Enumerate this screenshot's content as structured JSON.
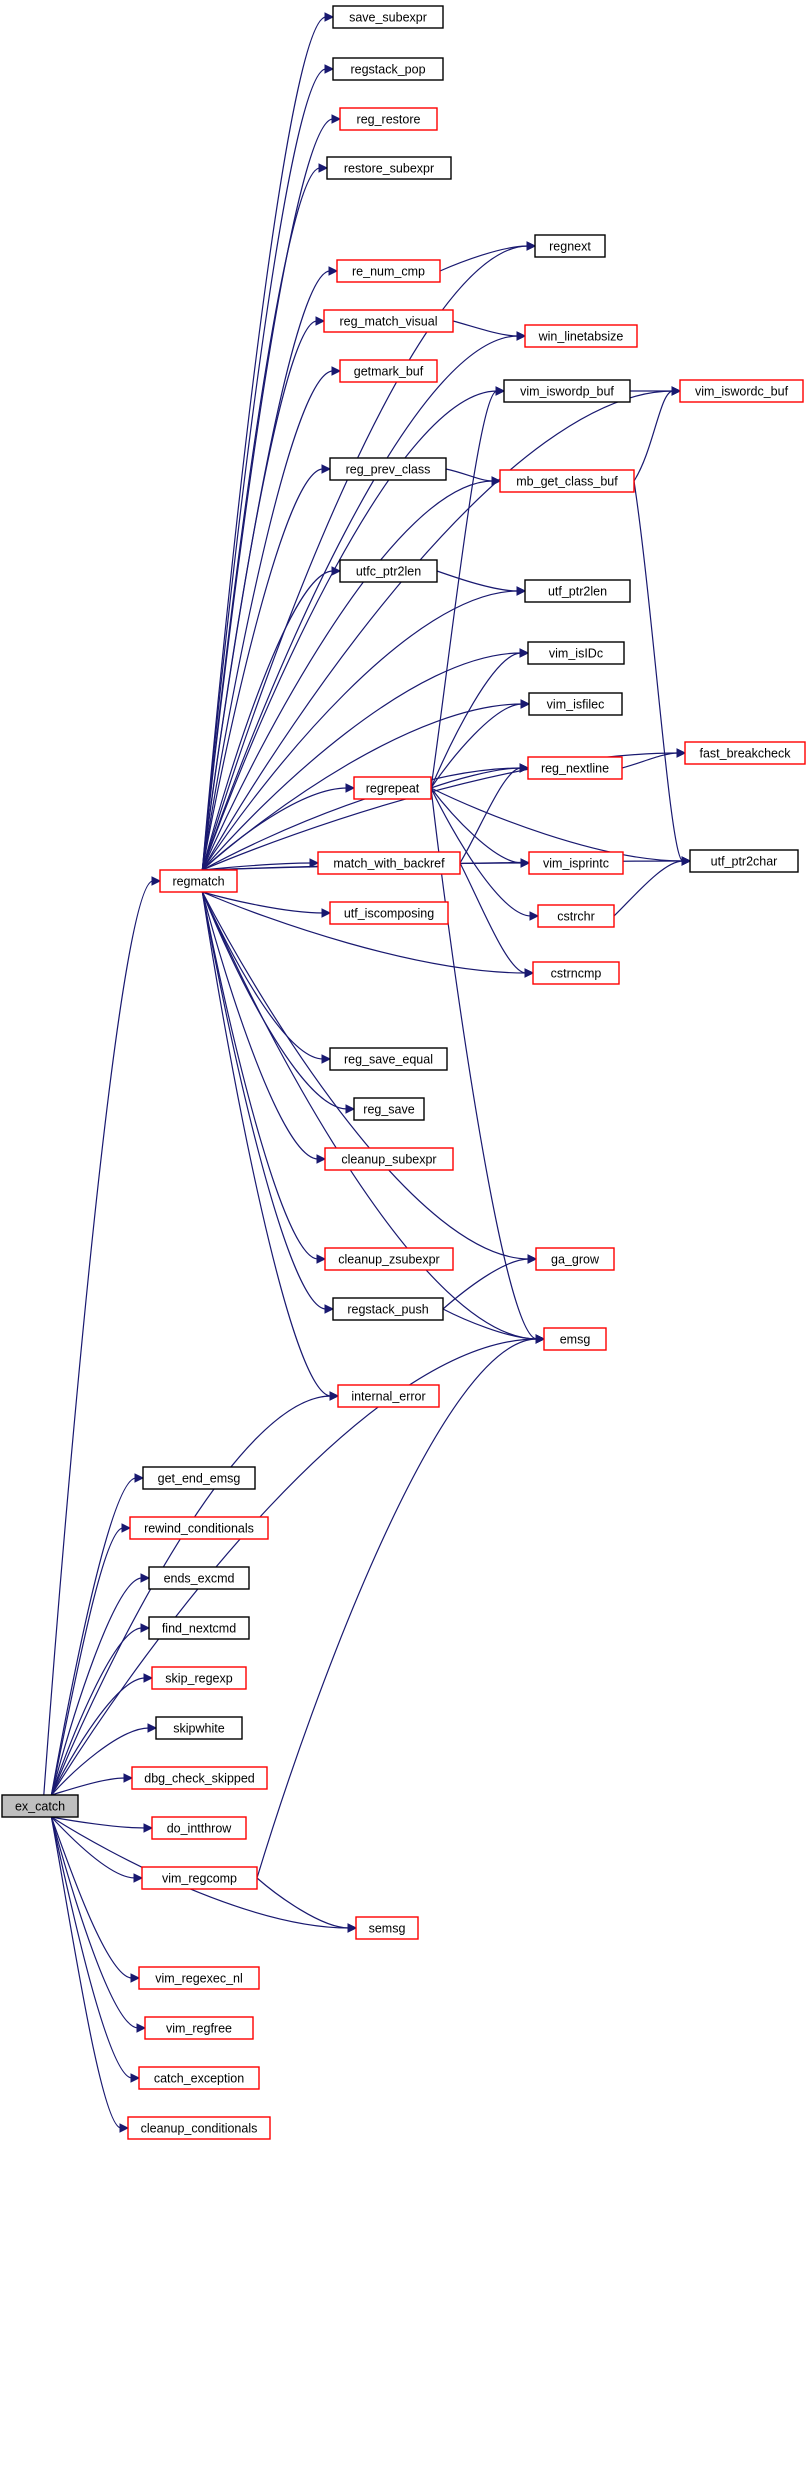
{
  "colors": {
    "edge": "#191970",
    "link_border": "#ff0000",
    "plain_border": "#000000",
    "root_fill": "#bfbfbf"
  },
  "nodes": [
    {
      "id": "ex_catch",
      "label": "ex_catch",
      "kind": "root"
    },
    {
      "id": "regmatch",
      "label": "regmatch",
      "kind": "red"
    },
    {
      "id": "save_subexpr",
      "label": "save_subexpr",
      "kind": "black"
    },
    {
      "id": "regstack_pop",
      "label": "regstack_pop",
      "kind": "black"
    },
    {
      "id": "reg_restore",
      "label": "reg_restore",
      "kind": "red"
    },
    {
      "id": "restore_subexpr",
      "label": "restore_subexpr",
      "kind": "black"
    },
    {
      "id": "regnext",
      "label": "regnext",
      "kind": "black"
    },
    {
      "id": "re_num_cmp",
      "label": "re_num_cmp",
      "kind": "red"
    },
    {
      "id": "reg_match_visual",
      "label": "reg_match_visual",
      "kind": "red"
    },
    {
      "id": "win_linetabsize",
      "label": "win_linetabsize",
      "kind": "red"
    },
    {
      "id": "getmark_buf",
      "label": "getmark_buf",
      "kind": "red"
    },
    {
      "id": "vim_iswordp_buf",
      "label": "vim_iswordp_buf",
      "kind": "black"
    },
    {
      "id": "vim_iswordc_buf",
      "label": "vim_iswordc_buf",
      "kind": "red"
    },
    {
      "id": "reg_prev_class",
      "label": "reg_prev_class",
      "kind": "black"
    },
    {
      "id": "mb_get_class_buf",
      "label": "mb_get_class_buf",
      "kind": "red"
    },
    {
      "id": "fast_breakcheck",
      "label": "fast_breakcheck",
      "kind": "red"
    },
    {
      "id": "utfc_ptr2len",
      "label": "utfc_ptr2len",
      "kind": "black"
    },
    {
      "id": "utf_ptr2len",
      "label": "utf_ptr2len",
      "kind": "black"
    },
    {
      "id": "vim_isIDc",
      "label": "vim_isIDc",
      "kind": "black"
    },
    {
      "id": "vim_isfilec",
      "label": "vim_isfilec",
      "kind": "black"
    },
    {
      "id": "reg_nextline",
      "label": "reg_nextline",
      "kind": "red"
    },
    {
      "id": "regrepeat",
      "label": "regrepeat",
      "kind": "red"
    },
    {
      "id": "utf_ptr2char",
      "label": "utf_ptr2char",
      "kind": "black"
    },
    {
      "id": "match_with_backref",
      "label": "match_with_backref",
      "kind": "red"
    },
    {
      "id": "vim_isprintc",
      "label": "vim_isprintc",
      "kind": "red"
    },
    {
      "id": "utf_iscomposing",
      "label": "utf_iscomposing",
      "kind": "red"
    },
    {
      "id": "cstrchr",
      "label": "cstrchr",
      "kind": "red"
    },
    {
      "id": "cstrncmp",
      "label": "cstrncmp",
      "kind": "red"
    },
    {
      "id": "reg_save_equal",
      "label": "reg_save_equal",
      "kind": "black"
    },
    {
      "id": "reg_save",
      "label": "reg_save",
      "kind": "black"
    },
    {
      "id": "cleanup_subexpr",
      "label": "cleanup_subexpr",
      "kind": "red"
    },
    {
      "id": "cleanup_zsubexpr",
      "label": "cleanup_zsubexpr",
      "kind": "red"
    },
    {
      "id": "ga_grow",
      "label": "ga_grow",
      "kind": "red"
    },
    {
      "id": "regstack_push",
      "label": "regstack_push",
      "kind": "black"
    },
    {
      "id": "emsg",
      "label": "emsg",
      "kind": "red"
    },
    {
      "id": "internal_error",
      "label": "internal_error",
      "kind": "red"
    },
    {
      "id": "get_end_emsg",
      "label": "get_end_emsg",
      "kind": "black"
    },
    {
      "id": "rewind_conditionals",
      "label": "rewind_conditionals",
      "kind": "red"
    },
    {
      "id": "ends_excmd",
      "label": "ends_excmd",
      "kind": "black"
    },
    {
      "id": "find_nextcmd",
      "label": "find_nextcmd",
      "kind": "black"
    },
    {
      "id": "skip_regexp",
      "label": "skip_regexp",
      "kind": "red"
    },
    {
      "id": "skipwhite",
      "label": "skipwhite",
      "kind": "black"
    },
    {
      "id": "dbg_check_skipped",
      "label": "dbg_check_skipped",
      "kind": "red"
    },
    {
      "id": "do_intthrow",
      "label": "do_intthrow",
      "kind": "red"
    },
    {
      "id": "vim_regcomp",
      "label": "vim_regcomp",
      "kind": "red"
    },
    {
      "id": "semsg",
      "label": "semsg",
      "kind": "red"
    },
    {
      "id": "vim_regexec_nl",
      "label": "vim_regexec_nl",
      "kind": "red"
    },
    {
      "id": "vim_regfree",
      "label": "vim_regfree",
      "kind": "red"
    },
    {
      "id": "catch_exception",
      "label": "catch_exception",
      "kind": "red"
    },
    {
      "id": "cleanup_conditionals",
      "label": "cleanup_conditionals",
      "kind": "red"
    }
  ],
  "edges": [
    [
      "ex_catch",
      "regmatch"
    ],
    [
      "ex_catch",
      "internal_error"
    ],
    [
      "ex_catch",
      "emsg"
    ],
    [
      "ex_catch",
      "get_end_emsg"
    ],
    [
      "ex_catch",
      "rewind_conditionals"
    ],
    [
      "ex_catch",
      "ends_excmd"
    ],
    [
      "ex_catch",
      "find_nextcmd"
    ],
    [
      "ex_catch",
      "skip_regexp"
    ],
    [
      "ex_catch",
      "skipwhite"
    ],
    [
      "ex_catch",
      "dbg_check_skipped"
    ],
    [
      "ex_catch",
      "do_intthrow"
    ],
    [
      "ex_catch",
      "vim_regcomp"
    ],
    [
      "ex_catch",
      "semsg"
    ],
    [
      "ex_catch",
      "vim_regexec_nl"
    ],
    [
      "ex_catch",
      "vim_regfree"
    ],
    [
      "ex_catch",
      "catch_exception"
    ],
    [
      "ex_catch",
      "cleanup_conditionals"
    ],
    [
      "regmatch",
      "save_subexpr"
    ],
    [
      "regmatch",
      "regstack_pop"
    ],
    [
      "regmatch",
      "reg_restore"
    ],
    [
      "regmatch",
      "restore_subexpr"
    ],
    [
      "regmatch",
      "regnext"
    ],
    [
      "regmatch",
      "re_num_cmp"
    ],
    [
      "regmatch",
      "reg_match_visual"
    ],
    [
      "regmatch",
      "win_linetabsize"
    ],
    [
      "regmatch",
      "getmark_buf"
    ],
    [
      "regmatch",
      "vim_iswordp_buf"
    ],
    [
      "regmatch",
      "vim_iswordc_buf"
    ],
    [
      "regmatch",
      "reg_prev_class"
    ],
    [
      "regmatch",
      "mb_get_class_buf"
    ],
    [
      "regmatch",
      "fast_breakcheck"
    ],
    [
      "regmatch",
      "utfc_ptr2len"
    ],
    [
      "regmatch",
      "utf_ptr2len"
    ],
    [
      "regmatch",
      "vim_isIDc"
    ],
    [
      "regmatch",
      "vim_isfilec"
    ],
    [
      "regmatch",
      "reg_nextline"
    ],
    [
      "regmatch",
      "regrepeat"
    ],
    [
      "regmatch",
      "match_with_backref"
    ],
    [
      "regmatch",
      "utf_iscomposing"
    ],
    [
      "regmatch",
      "vim_isprintc"
    ],
    [
      "regmatch",
      "cstrncmp"
    ],
    [
      "regmatch",
      "reg_save_equal"
    ],
    [
      "regmatch",
      "reg_save"
    ],
    [
      "regmatch",
      "cleanup_subexpr"
    ],
    [
      "regmatch",
      "utf_ptr2char"
    ],
    [
      "regmatch",
      "cleanup_zsubexpr"
    ],
    [
      "regmatch",
      "ga_grow"
    ],
    [
      "regmatch",
      "regstack_push"
    ],
    [
      "regmatch",
      "emsg"
    ],
    [
      "regmatch",
      "internal_error"
    ],
    [
      "re_num_cmp",
      "regnext"
    ],
    [
      "reg_match_visual",
      "win_linetabsize"
    ],
    [
      "vim_iswordp_buf",
      "vim_iswordc_buf"
    ],
    [
      "mb_get_class_buf",
      "vim_iswordc_buf"
    ],
    [
      "mb_get_class_buf",
      "utf_ptr2char"
    ],
    [
      "reg_prev_class",
      "mb_get_class_buf"
    ],
    [
      "utfc_ptr2len",
      "utf_ptr2len"
    ],
    [
      "reg_nextline",
      "fast_breakcheck"
    ],
    [
      "regrepeat",
      "vim_iswordp_buf"
    ],
    [
      "regrepeat",
      "vim_isIDc"
    ],
    [
      "regrepeat",
      "vim_isfilec"
    ],
    [
      "regrepeat",
      "reg_nextline"
    ],
    [
      "regrepeat",
      "utf_ptr2char"
    ],
    [
      "regrepeat",
      "vim_isprintc"
    ],
    [
      "regrepeat",
      "cstrchr"
    ],
    [
      "regrepeat",
      "emsg"
    ],
    [
      "match_with_backref",
      "reg_nextline"
    ],
    [
      "match_with_backref",
      "cstrncmp"
    ],
    [
      "cstrchr",
      "utf_ptr2char"
    ],
    [
      "regstack_push",
      "ga_grow"
    ],
    [
      "regstack_push",
      "emsg"
    ],
    [
      "vim_regcomp",
      "emsg"
    ],
    [
      "vim_regcomp",
      "semsg"
    ]
  ]
}
